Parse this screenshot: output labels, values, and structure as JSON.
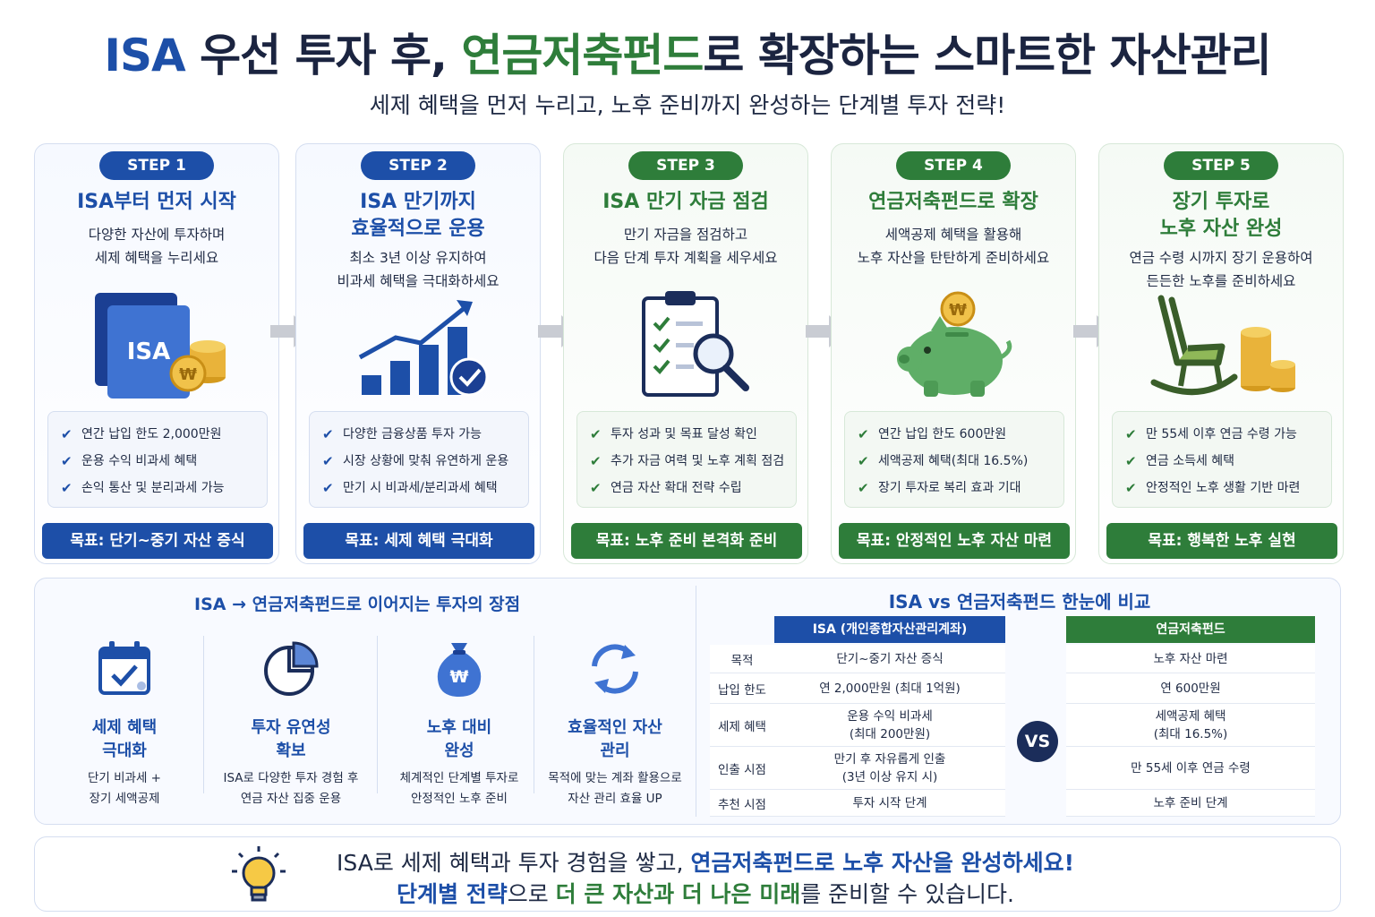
{
  "header": {
    "title_part1": "ISA",
    "title_part2": " 우선 투자 후, ",
    "title_part3": "연금저축펀드",
    "title_part4": "로 확장하는 스마트한 자산관리",
    "subtitle": "세제 혜택을 먼저 누리고, 노후 준비까지 완성하는 단계별 투자 전략!"
  },
  "steps": [
    {
      "label": "STEP 1",
      "title_line1": "ISA부터 먼저 시작",
      "title_line2": "",
      "desc_line1": "다양한 자산에 투자하며",
      "desc_line2": "세제 혜택을 누리세요",
      "icon": "isa-card-coins-icon",
      "icon_text": "ISA",
      "checks": [
        "연간 납입 한도 2,000만원",
        "운용 수익 비과세 혜택",
        "손익 통산 및 분리과세 가능"
      ],
      "goal": "목표: 단기~중기 자산 증식"
    },
    {
      "label": "STEP 2",
      "title_line1": "ISA 만기까지",
      "title_line2": "효율적으로 운용",
      "desc_line1": "최소 3년 이상 유지하여",
      "desc_line2": "비과세 혜택을 극대화하세요",
      "icon": "growth-chart-icon",
      "checks": [
        "다양한 금융상품 투자 가능",
        "시장 상황에 맞춰 유연하게 운용",
        "만기 시 비과세/분리과세 혜택"
      ],
      "goal": "목표: 세제 혜택 극대화"
    },
    {
      "label": "STEP 3",
      "title_line1": "ISA 만기 자금 점검",
      "title_line2": "",
      "desc_line1": "만기 자금을 점검하고",
      "desc_line2": "다음 단계 투자 계획을 세우세요",
      "icon": "clipboard-magnifier-icon",
      "checks": [
        "투자 성과 및 목표 달성 확인",
        "추가 자금 여력 및 노후 계획 점검",
        "연금 자산 확대 전략 수립"
      ],
      "goal": "목표: 노후 준비 본격화 준비"
    },
    {
      "label": "STEP 4",
      "title_line1": "연금저축펀드로 확장",
      "title_line2": "",
      "desc_line1": "세액공제 혜택을 활용해",
      "desc_line2": "노후 자산을 탄탄하게 준비하세요",
      "icon": "piggy-bank-icon",
      "checks": [
        "연간 납입 한도 600만원",
        "세액공제 혜택(최대 16.5%)",
        "장기 투자로 복리 효과 기대"
      ],
      "goal": "목표: 안정적인 노후 자산 마련"
    },
    {
      "label": "STEP 5",
      "title_line1": "장기 투자로",
      "title_line2": "노후 자산 완성",
      "desc_line1": "연금 수령 시까지 장기 운용하여",
      "desc_line2": "든든한 노후를 준비하세요",
      "icon": "rocking-chair-coins-icon",
      "checks": [
        "만 55세 이후 연금 수령 가능",
        "연금 소득세 혜택",
        "안정적인 노후 생활 기반 마련"
      ],
      "goal": "목표: 행복한 노후 실현"
    }
  ],
  "currency_symbol": "₩",
  "advantages": {
    "title": "ISA → 연금저축펀드로 이어지는 투자의 장점",
    "items": [
      {
        "icon": "calendar-check-icon",
        "name_line1": "세제 혜택",
        "name_line2": "극대화",
        "desc_line1": "단기 비과세 +",
        "desc_line2": "장기 세액공제"
      },
      {
        "icon": "pie-chart-icon",
        "name_line1": "투자 유연성",
        "name_line2": "확보",
        "desc_line1": "ISA로 다양한 투자 경험 후",
        "desc_line2": "연금 자산 집중 운용"
      },
      {
        "icon": "money-bag-icon",
        "name_line1": "노후 대비",
        "name_line2": "완성",
        "desc_line1": "체계적인 단계별 투자로",
        "desc_line2": "안정적인 노후 준비"
      },
      {
        "icon": "cycle-arrows-icon",
        "name_line1": "효율적인 자산",
        "name_line2": "관리",
        "desc_line1": "목적에 맞는 계좌 활용으로",
        "desc_line2": "자산 관리 효율 UP"
      }
    ]
  },
  "comparison": {
    "title": "ISA vs 연금저축펀드 한눈에 비교",
    "isa_header": "ISA (개인종합자산관리계좌)",
    "pension_header": "연금저축펀드",
    "vs": "VS",
    "rows": [
      {
        "label": "목적",
        "isa_l1": "단기~중기 자산 증식",
        "isa_l2": "",
        "pen_l1": "노후 자산 마련",
        "pen_l2": ""
      },
      {
        "label": "납입 한도",
        "isa_l1": "연 2,000만원 (최대 1억원)",
        "isa_l2": "",
        "pen_l1": "연 600만원",
        "pen_l2": ""
      },
      {
        "label": "세제 혜택",
        "isa_l1": "운용 수익 비과세",
        "isa_l2": "(최대 200만원)",
        "pen_l1": "세액공제 혜택",
        "pen_l2": "(최대 16.5%)"
      },
      {
        "label": "인출 시점",
        "isa_l1": "만기 후 자유롭게 인출",
        "isa_l2": "(3년 이상 유지 시)",
        "pen_l1": "만 55세 이후 연금 수령",
        "pen_l2": ""
      },
      {
        "label": "추천 시점",
        "isa_l1": "투자 시작 단계",
        "isa_l2": "",
        "pen_l1": "노후 준비 단계",
        "pen_l2": ""
      }
    ]
  },
  "footer": {
    "l1_a": "ISA로 세제 혜택과 투자 경험을 쌓고, ",
    "l1_b": "연금저축펀드로 노후 자산을 완성하세요!",
    "l2_a": "단계별 전략",
    "l2_b": "으로 ",
    "l2_c": "더 큰 자산과 더 나은 미래",
    "l2_d": "를 준비할 수 있습니다."
  },
  "colors": {
    "primary_blue": "#1d4fa8",
    "primary_green": "#2e7d3a",
    "navy": "#1b2d5a"
  }
}
